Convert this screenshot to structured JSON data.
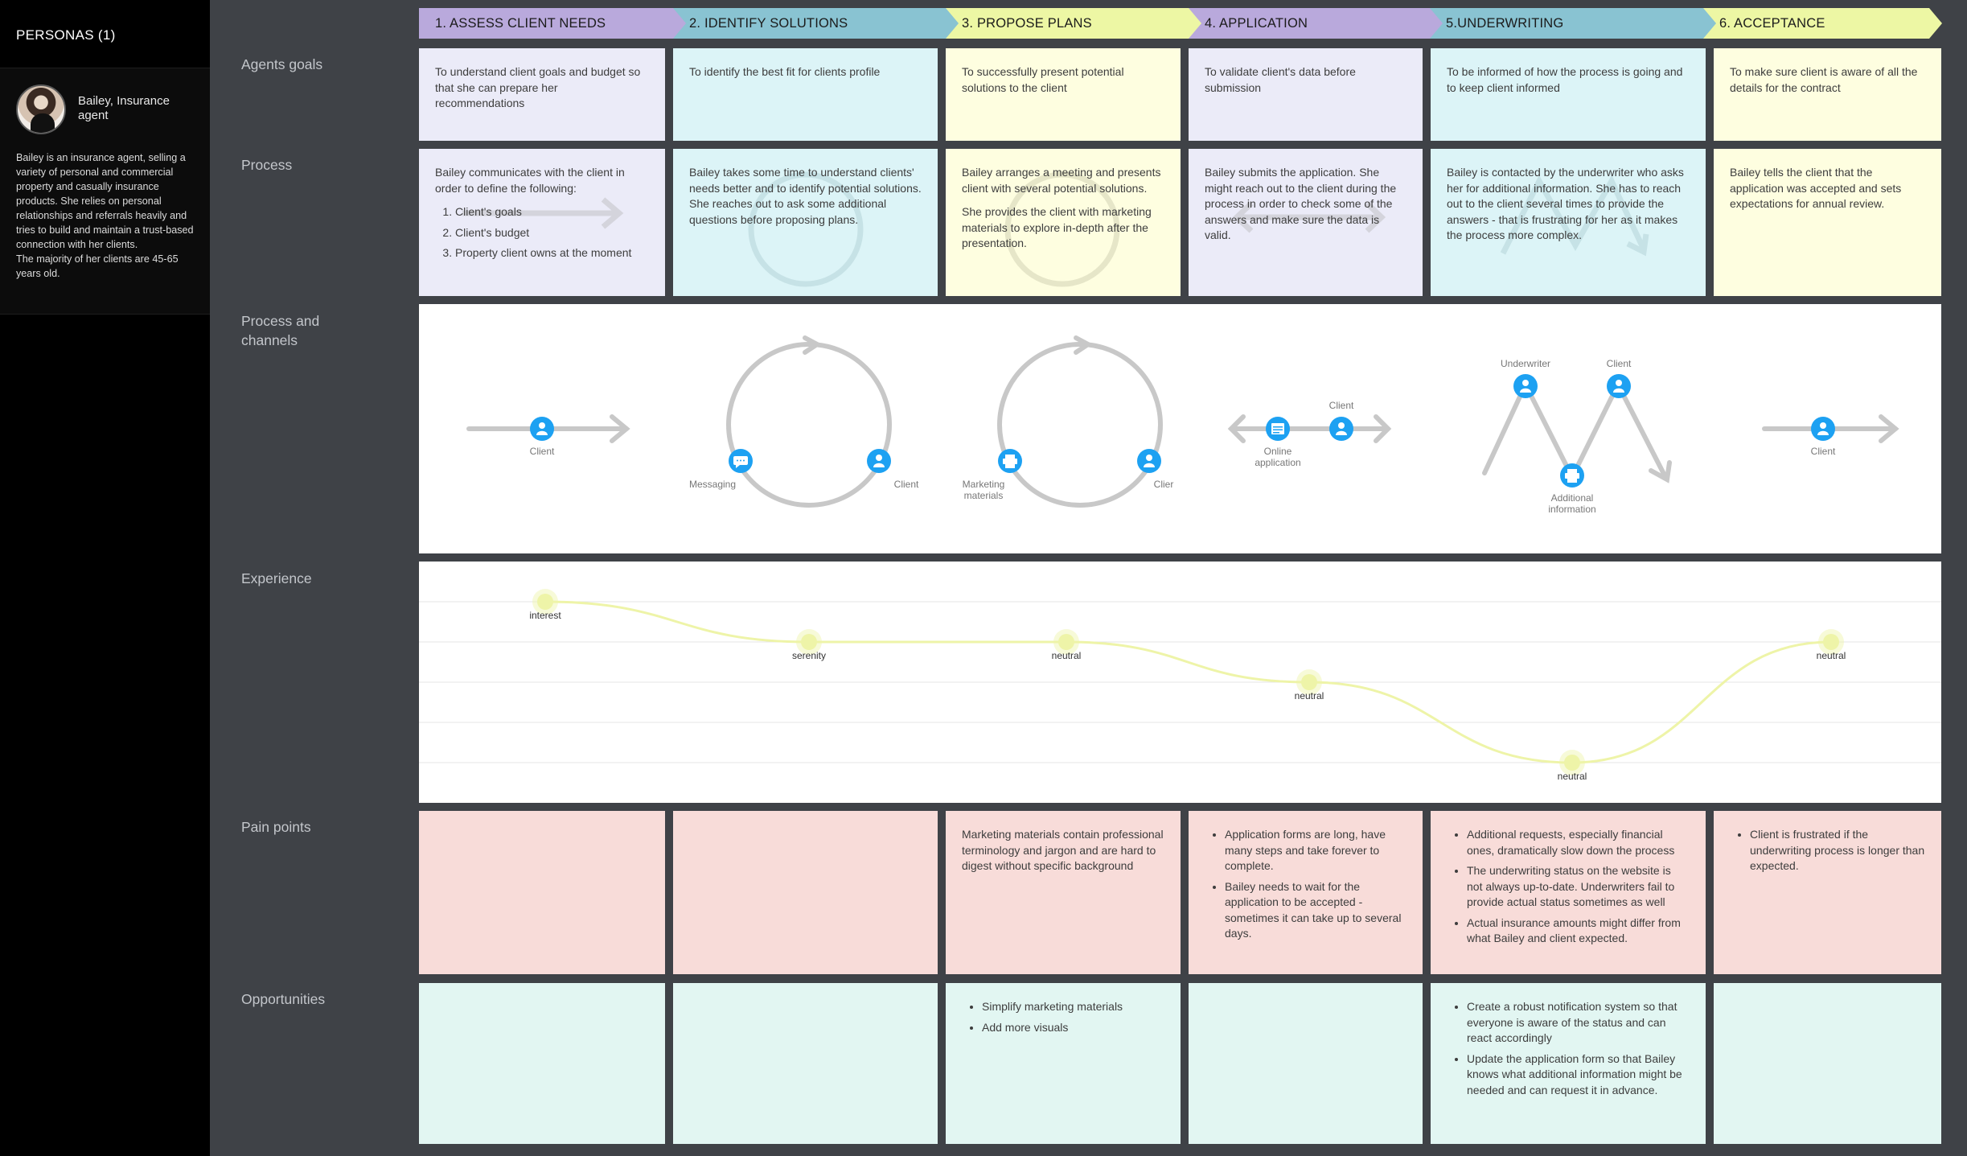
{
  "sidebar": {
    "title": "PERSONAS (1)",
    "persona_name": "Bailey, Insurance agent",
    "persona_description": "Bailey is an insurance agent, selling a variety of personal and commercial property and casually insurance products. She relies on personal relationships and referrals heavily and tries to build and maintain a trust-based connection with her clients.\nThe majority of her clients are 45-65 years old."
  },
  "row_labels": {
    "goals": "Agents goals",
    "process": "Process",
    "channels": "Process and channels",
    "experience": "Experience",
    "pain": "Pain points",
    "opportunities": "Opportunities"
  },
  "stages": [
    {
      "title": "1. ASSESS CLIENT NEEDS",
      "color": "#b9a9dc"
    },
    {
      "title": "2. IDENTIFY SOLUTIONS",
      "color": "#89c3d2"
    },
    {
      "title": "3. PROPOSE PLANS",
      "color": "#edf7a4"
    },
    {
      "title": "4. APPLICATION",
      "color": "#b9a9dc"
    },
    {
      "title": "5.UNDERWRITING",
      "color": "#89c3d2"
    },
    {
      "title": "6. ACCEPTANCE",
      "color": "#edf7a4"
    }
  ],
  "goals": [
    "To understand client goals and budget so that she can prepare her recommendations",
    "To identify the best fit for clients profile",
    "To successfully present potential solutions to the client",
    "To validate client's data before submission",
    "To be informed of how the process is going and to keep client informed",
    "To make sure client is aware of all the details for the contract"
  ],
  "process": {
    "s1_intro": "Bailey communicates with the client in order to define the following:",
    "s1_list": [
      "Client's goals",
      "Client's budget",
      "Property client owns at the moment"
    ],
    "s2": "Bailey takes some time to understand clients' needs better and to identify potential solutions. She reaches out to ask some additional questions before proposing plans.",
    "s3_p1": "Bailey arranges a meeting and presents client with several potential solutions.",
    "s3_p2": "She provides the client with marketing materials to explore in-depth after the presentation.",
    "s4": "Bailey submits the application. She might reach out to the client during the process in order to check some of the answers and make sure the data is valid.",
    "s5": "Bailey is contacted by the underwriter who asks her for additional information. She has to reach out to the client several times to provide the answers - that is frustrating for her as it makes the process more complex.",
    "s6": "Bailey tells the client that the application was accepted and sets expectations for annual review."
  },
  "channels": {
    "s1_client": "Client",
    "s2_messaging": "Messaging",
    "s2_client": "Client",
    "s3_marketing_1": "Marketing",
    "s3_marketing_2": "materials",
    "s3_client": "Clier",
    "s4_online_1": "Online",
    "s4_online_2": "application",
    "s4_client": "Client",
    "s5_underwriter": "Underwriter",
    "s5_client": "Client",
    "s5_additional_1": "Additional",
    "s5_additional_2": "information",
    "s6_client": "Client",
    "icon_color": "#1da1f2"
  },
  "experience": {
    "line_color": "#eef4a8",
    "levels": 5,
    "points": [
      {
        "stage": 1,
        "level": 5,
        "label": "interest"
      },
      {
        "stage": 2,
        "level": 4,
        "label": "serenity"
      },
      {
        "stage": 3,
        "level": 4,
        "label": "neutral"
      },
      {
        "stage": 4,
        "level": 3,
        "label": "neutral"
      },
      {
        "stage": 5,
        "level": 1,
        "label": "neutral"
      },
      {
        "stage": 6,
        "level": 4,
        "label": "neutral"
      }
    ]
  },
  "pain_points": {
    "s3": "Marketing materials contain professional terminology and jargon and are hard to digest without specific background",
    "s4": [
      "Application forms are long, have many steps and take forever to complete.",
      "Bailey needs to wait for the application to be accepted - sometimes it can take up to several days."
    ],
    "s5": [
      "Additional requests, especially financial ones, dramatically slow down the process",
      "The underwriting status on the website is not always up-to-date. Underwriters fail to provide actual status sometimes as well",
      "Actual insurance amounts might differ from what Bailey and client expected."
    ],
    "s6": [
      "Client is frustrated if the underwriting process is longer than expected."
    ]
  },
  "opportunities": {
    "s3": [
      "Simplify marketing materials",
      "Add more visuals"
    ],
    "s5": [
      "Create a robust notification system so that everyone is aware of the status and can react accordingly",
      "Update the application form so that Bailey knows what additional information might be needed and can request it in advance."
    ]
  }
}
